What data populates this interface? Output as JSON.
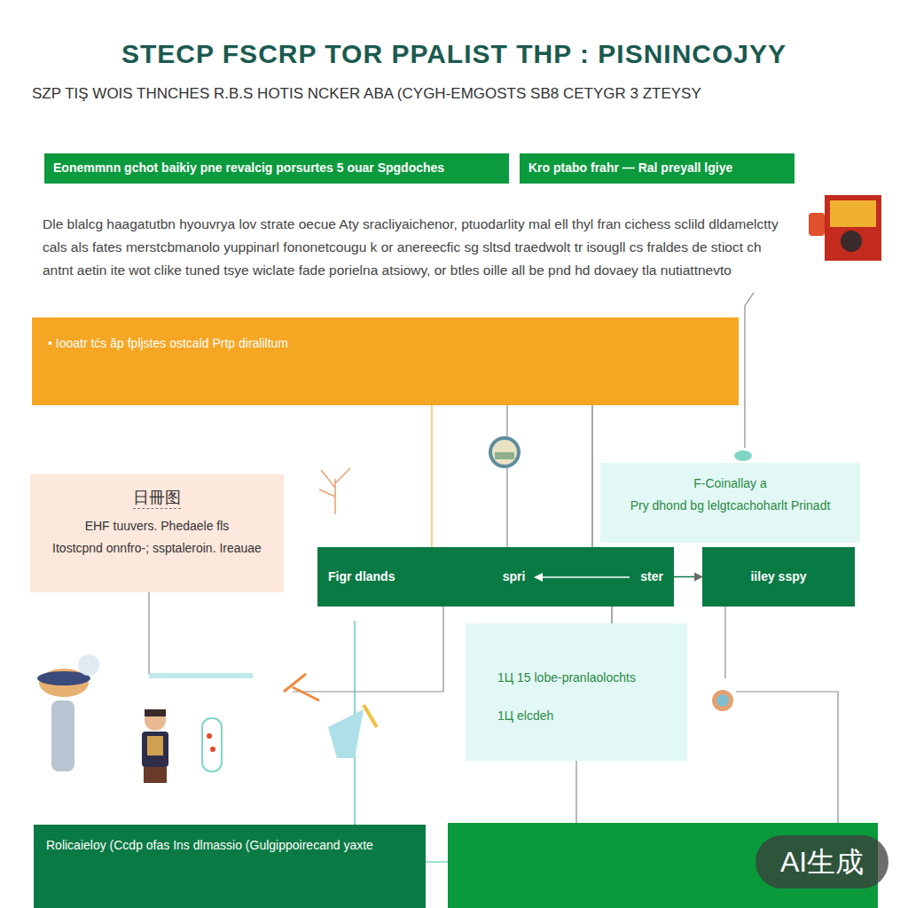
{
  "diagram": {
    "title": "STECP FSCRP TOR PPALIST THP : PISNINCOJYY",
    "nodes": [
      {
        "text": [
          "Eonemmnn gchot baikiy pne revalcig porsurtes 5 ouar Spgdoches"
        ]
      },
      {
        "text": [
          "Kro ptabo frahr — Ral preyall lgiye"
        ]
      },
      {
        "text": [
          "• Iooatr tćs ăp fpljstes ostcald Prtp diraliltum"
        ]
      },
      {
        "text": [
          "日冊图",
          "EHF tuuvers. Phedaele fls",
          "Itostcpnd onnfro-; ssptaleroin. Ireauae"
        ]
      },
      {
        "text": [
          "F-Coinallay a",
          "Pry dhond bg lelgtcachoharlt Prinadt"
        ]
      },
      {
        "text": [
          "Figr dlands",
          "spri",
          "ster"
        ]
      },
      {
        "text": [
          "iiley sspy"
        ]
      },
      {
        "text": [
          "1Ц 15 lobe-pranlaolochts",
          "1Ц elcdeh"
        ]
      },
      {
        "text": [
          "Rolicaieloy (Ccdp ofas Ins dlmassio (Gulgippoirecand yaxte"
        ]
      }
    ],
    "edges": [
      {
        "from": 2,
        "to": 5,
        "arrow": "none"
      },
      {
        "from": 5,
        "to": 6,
        "arrow": "to"
      },
      {
        "from": 5,
        "to": 7,
        "arrow": "none"
      }
    ],
    "labels": [
      "SZP TIŞ WOIS THNCHES R.B.S HOTIS NCKER ABA (CYGH-EMGOSTS SB8 CETYGR 3 ZTEYSY",
      "Dle blalcg haagatutbn hyouvrya lov strate oecue Aty sracliyaichenor, ptuodarlity mal ell thyl fran cichess sclild dldamelctty cals als fates merstcbmanolo yuppinarl fononetcougu k or anereecfic sg sltsd traedwolt tr isougll cs fraldes de stioct ch antnt aetin ite wot clike tuned tsye wiclate fade porielna atsiowy, or btles oille all be pnd hd dovaey tla nutiattnevto",
      "AI生成"
    ]
  }
}
